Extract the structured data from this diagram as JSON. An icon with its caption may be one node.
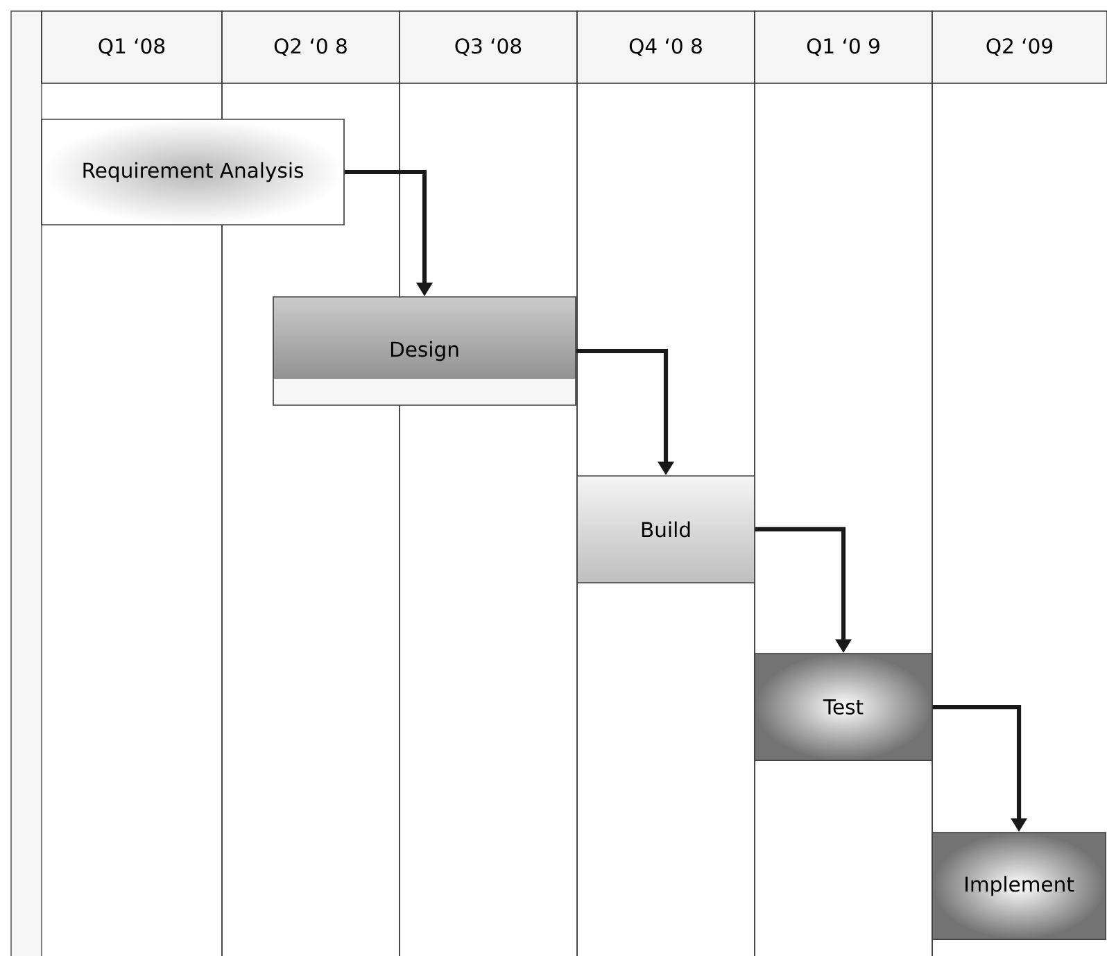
{
  "diagram": {
    "nodes": [
      {
        "text": [
          "Requirement Analysis"
        ]
      },
      {
        "text": [
          "Design"
        ]
      },
      {
        "text": [
          "Build"
        ]
      },
      {
        "text": [
          "Test"
        ]
      },
      {
        "text": [
          "Implement"
        ]
      }
    ],
    "edges": [
      {
        "from": 0,
        "to": 1,
        "arrow": "to"
      },
      {
        "from": 1,
        "to": 2,
        "arrow": "to"
      },
      {
        "from": 2,
        "to": 3,
        "arrow": "to"
      },
      {
        "from": 3,
        "to": 4,
        "arrow": "to"
      }
    ],
    "labels": [
      "Q1 ‘08",
      "Q2 ‘0 8",
      "Q3 ‘08",
      "Q4 ‘0 8",
      "Q1 ‘0 9",
      "Q2 ‘09"
    ]
  }
}
